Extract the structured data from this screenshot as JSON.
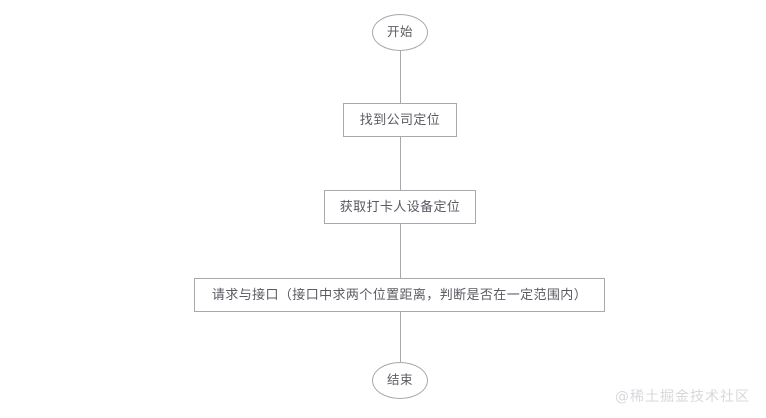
{
  "diagram": {
    "type": "flowchart",
    "orientation": "vertical",
    "background_color": "#ffffff",
    "stroke_color": "#a8a8b0",
    "text_color": "#5a5a62",
    "nodes": [
      {
        "id": "start",
        "shape": "ellipse",
        "label": "开始"
      },
      {
        "id": "company-location",
        "shape": "rectangle",
        "label": "找到公司定位"
      },
      {
        "id": "device-location",
        "shape": "rectangle",
        "label": "获取打卡人设备定位"
      },
      {
        "id": "api-request",
        "shape": "rectangle",
        "label": "请求与接口（接口中求两个位置距离，判断是否在一定范围内）"
      },
      {
        "id": "end",
        "shape": "ellipse",
        "label": "结束"
      }
    ],
    "edges": [
      {
        "from": "start",
        "to": "company-location",
        "style": "line"
      },
      {
        "from": "company-location",
        "to": "device-location",
        "style": "line"
      },
      {
        "from": "device-location",
        "to": "api-request",
        "style": "line"
      },
      {
        "from": "api-request",
        "to": "end",
        "style": "line"
      }
    ]
  },
  "watermark": {
    "text": "@稀土掘金技术社区",
    "color": "#d8d8dc"
  }
}
